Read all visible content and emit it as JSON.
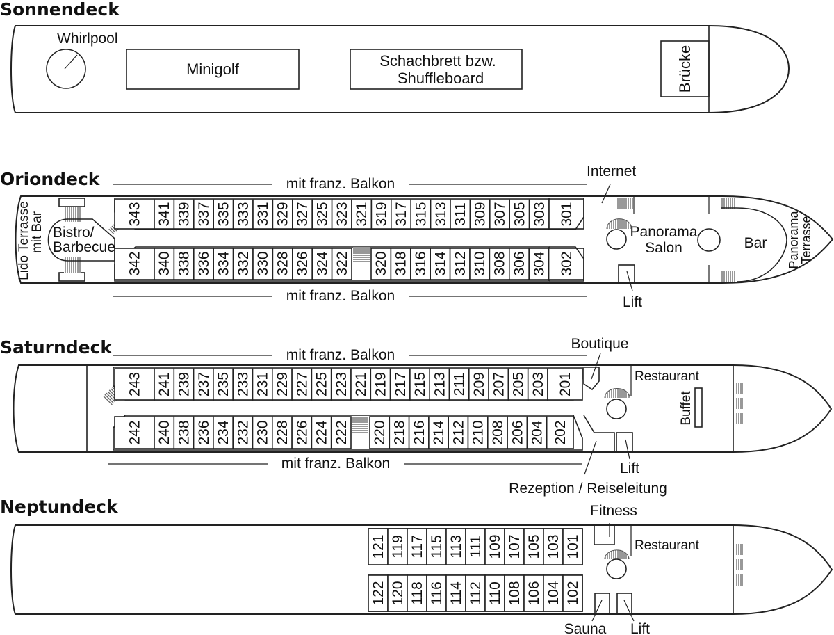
{
  "decks": {
    "sonnendeck": {
      "title": "Sonnendeck",
      "whirlpool": "Whirlpool",
      "minigolf": "Minigolf",
      "shuffle_line1": "Schachbrett bzw.",
      "shuffle_line2": "Shuffleboard",
      "bridge": "Brücke"
    },
    "oriondeck": {
      "title": "Oriondeck",
      "balcony_top": "mit franz. Balkon",
      "balcony_bottom": "mit franz. Balkon",
      "lido_line1": "Lido Terrasse",
      "lido_line2": "mit Bar",
      "bistro_line1": "Bistro/",
      "bistro_line2": "Barbecue",
      "internet": "Internet",
      "salon_line1": "Panorama",
      "salon_line2": "Salon",
      "bar": "Bar",
      "terrace_line1": "Panorama",
      "terrace_line2": "Terrasse",
      "lift": "Lift",
      "cabins_top": [
        "343",
        "341",
        "339",
        "337",
        "335",
        "333",
        "331",
        "329",
        "327",
        "325",
        "323",
        "321",
        "319",
        "317",
        "315",
        "313",
        "311",
        "309",
        "307",
        "305",
        "303",
        "301"
      ],
      "cabins_bottom": [
        "342",
        "340",
        "338",
        "336",
        "334",
        "332",
        "330",
        "328",
        "326",
        "324",
        "322",
        "320",
        "318",
        "316",
        "314",
        "312",
        "310",
        "308",
        "306",
        "304",
        "302"
      ]
    },
    "saturndeck": {
      "title": "Saturndeck",
      "balcony_top": "mit franz. Balkon",
      "balcony_bottom": "mit franz. Balkon",
      "boutique": "Boutique",
      "restaurant": "Restaurant",
      "buffet": "Buffet",
      "lift": "Lift",
      "reception": "Rezeption / Reiseleitung",
      "cabins_top": [
        "243",
        "241",
        "239",
        "237",
        "235",
        "233",
        "231",
        "229",
        "227",
        "225",
        "223",
        "221",
        "219",
        "217",
        "215",
        "213",
        "211",
        "209",
        "207",
        "205",
        "203",
        "201"
      ],
      "cabins_bottom": [
        "242",
        "240",
        "238",
        "236",
        "234",
        "232",
        "230",
        "228",
        "226",
        "224",
        "222",
        "220",
        "218",
        "216",
        "214",
        "212",
        "210",
        "208",
        "206",
        "204",
        "202"
      ]
    },
    "neptundeck": {
      "title": "Neptundeck",
      "fitness": "Fitness",
      "restaurant": "Restaurant",
      "sauna": "Sauna",
      "lift": "Lift",
      "cabins_top": [
        "121",
        "119",
        "117",
        "115",
        "113",
        "111",
        "109",
        "107",
        "105",
        "103",
        "101"
      ],
      "cabins_bottom": [
        "122",
        "120",
        "118",
        "116",
        "114",
        "112",
        "110",
        "108",
        "106",
        "104",
        "102"
      ]
    }
  }
}
